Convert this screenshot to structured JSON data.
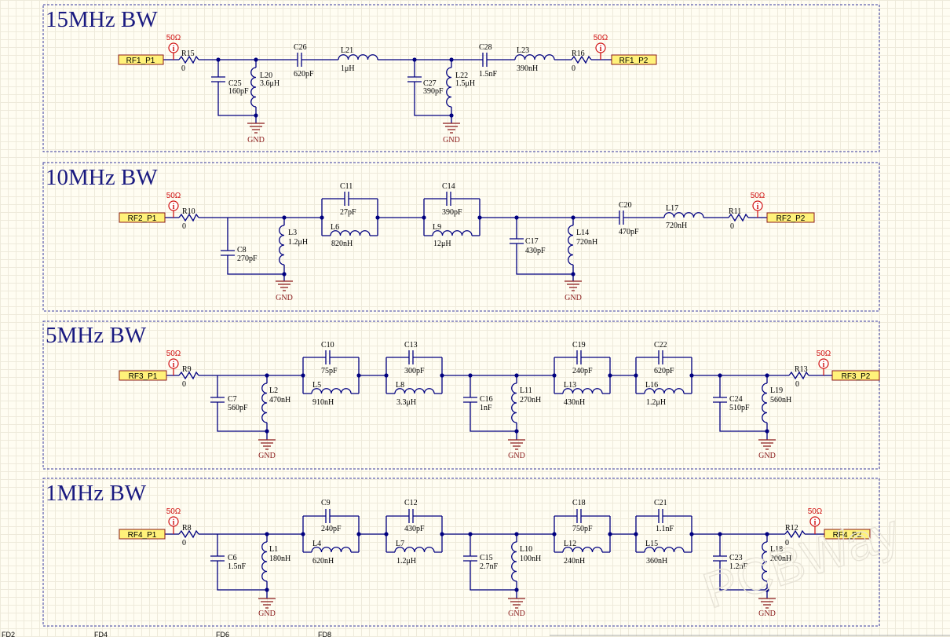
{
  "sections": [
    {
      "title": "15MHz BW",
      "ports": [
        "RF1_P1",
        "RF1_P2"
      ],
      "probes": [
        "50Ω",
        "50Ω"
      ],
      "resistors": [
        {
          "ref": "R15",
          "value": "0"
        },
        {
          "ref": "R16",
          "value": "0"
        }
      ],
      "shunts": [
        {
          "cap": {
            "ref": "C25",
            "value": "160pF"
          },
          "ind": {
            "ref": "L20",
            "value": "3.6μH"
          },
          "gnd": "GND"
        },
        {
          "cap": {
            "ref": "C27",
            "value": "390pF"
          },
          "ind": {
            "ref": "L22",
            "value": "1.5μH"
          },
          "gnd": "GND"
        }
      ],
      "series": [
        {
          "kind": "cap",
          "ref": "C26",
          "value": "620pF"
        },
        {
          "kind": "ind",
          "ref": "L21",
          "value": "1μH"
        },
        {
          "kind": "cap",
          "ref": "C28",
          "value": "1.5nF"
        },
        {
          "kind": "ind",
          "ref": "L23",
          "value": "390nH"
        }
      ]
    },
    {
      "title": "10MHz BW",
      "ports": [
        "RF2_P1",
        "RF2_P2"
      ],
      "probes": [
        "50Ω",
        "50Ω"
      ],
      "resistors": [
        {
          "ref": "R10",
          "value": "0"
        },
        {
          "ref": "R11",
          "value": "0"
        }
      ],
      "shunts": [
        {
          "cap": {
            "ref": "C8",
            "value": "270pF"
          },
          "ind": {
            "ref": "L3",
            "value": "1.2μH"
          },
          "gnd": "GND"
        },
        {
          "cap": {
            "ref": "C17",
            "value": "430pF"
          },
          "ind": {
            "ref": "L14",
            "value": "720nH"
          },
          "gnd": "GND"
        }
      ],
      "tanks": [
        {
          "cap": {
            "ref": "C11",
            "value": "27pF"
          },
          "ind": {
            "ref": "L6",
            "value": "820nH"
          }
        },
        {
          "cap": {
            "ref": "C14",
            "value": "390pF"
          },
          "ind": {
            "ref": "L9",
            "value": "12μH"
          }
        }
      ],
      "series": [
        {
          "kind": "cap",
          "ref": "C20",
          "value": "470pF"
        },
        {
          "kind": "ind",
          "ref": "L17",
          "value": "720nH"
        }
      ]
    },
    {
      "title": "5MHz BW",
      "ports": [
        "RF3_P1",
        "RF3_P2"
      ],
      "probes": [
        "50Ω",
        "50Ω"
      ],
      "resistors": [
        {
          "ref": "R9",
          "value": "0"
        },
        {
          "ref": "R13",
          "value": "0"
        }
      ],
      "shunts": [
        {
          "cap": {
            "ref": "C7",
            "value": "560pF"
          },
          "ind": {
            "ref": "L2",
            "value": "470nH"
          },
          "gnd": "GND"
        },
        {
          "cap": {
            "ref": "C16",
            "value": "1nF"
          },
          "ind": {
            "ref": "L11",
            "value": "270nH"
          },
          "gnd": "GND"
        },
        {
          "cap": {
            "ref": "C24",
            "value": "510pF"
          },
          "ind": {
            "ref": "L19",
            "value": "560nH"
          },
          "gnd": "GND"
        }
      ],
      "tanks": [
        {
          "cap": {
            "ref": "C10",
            "value": "75pF"
          },
          "ind": {
            "ref": "L5",
            "value": "910nH"
          }
        },
        {
          "cap": {
            "ref": "C13",
            "value": "300pF"
          },
          "ind": {
            "ref": "L8",
            "value": "3.3μH"
          }
        },
        {
          "cap": {
            "ref": "C19",
            "value": "240pF"
          },
          "ind": {
            "ref": "L13",
            "value": "430nH"
          }
        },
        {
          "cap": {
            "ref": "C22",
            "value": "620pF"
          },
          "ind": {
            "ref": "L16",
            "value": "1.2μH"
          }
        }
      ]
    },
    {
      "title": "1MHz BW",
      "ports": [
        "RF4_P1",
        "RF4_P2"
      ],
      "probes": [
        "50Ω",
        "50Ω"
      ],
      "resistors": [
        {
          "ref": "R8",
          "value": "0"
        },
        {
          "ref": "R12",
          "value": "0"
        }
      ],
      "shunts": [
        {
          "cap": {
            "ref": "C6",
            "value": "1.5nF"
          },
          "ind": {
            "ref": "L1",
            "value": "180nH"
          },
          "gnd": "GND"
        },
        {
          "cap": {
            "ref": "C15",
            "value": "2.7nF"
          },
          "ind": {
            "ref": "L10",
            "value": "100nH"
          },
          "gnd": "GND"
        },
        {
          "cap": {
            "ref": "C23",
            "value": "1.2nF"
          },
          "ind": {
            "ref": "L18",
            "value": "200nH"
          },
          "gnd": "GND"
        }
      ],
      "tanks": [
        {
          "cap": {
            "ref": "C9",
            "value": "240pF"
          },
          "ind": {
            "ref": "L4",
            "value": "620nH"
          }
        },
        {
          "cap": {
            "ref": "C12",
            "value": "430pF"
          },
          "ind": {
            "ref": "L7",
            "value": "1.2μH"
          }
        },
        {
          "cap": {
            "ref": "C18",
            "value": "750pF"
          },
          "ind": {
            "ref": "L12",
            "value": "240nH"
          }
        },
        {
          "cap": {
            "ref": "C21",
            "value": "1.1nF"
          },
          "ind": {
            "ref": "L15",
            "value": "360nH"
          }
        }
      ]
    }
  ],
  "bottom_labels": [
    "FD2",
    "FD4",
    "FD6",
    "FD8"
  ],
  "watermark": "PCBWay"
}
